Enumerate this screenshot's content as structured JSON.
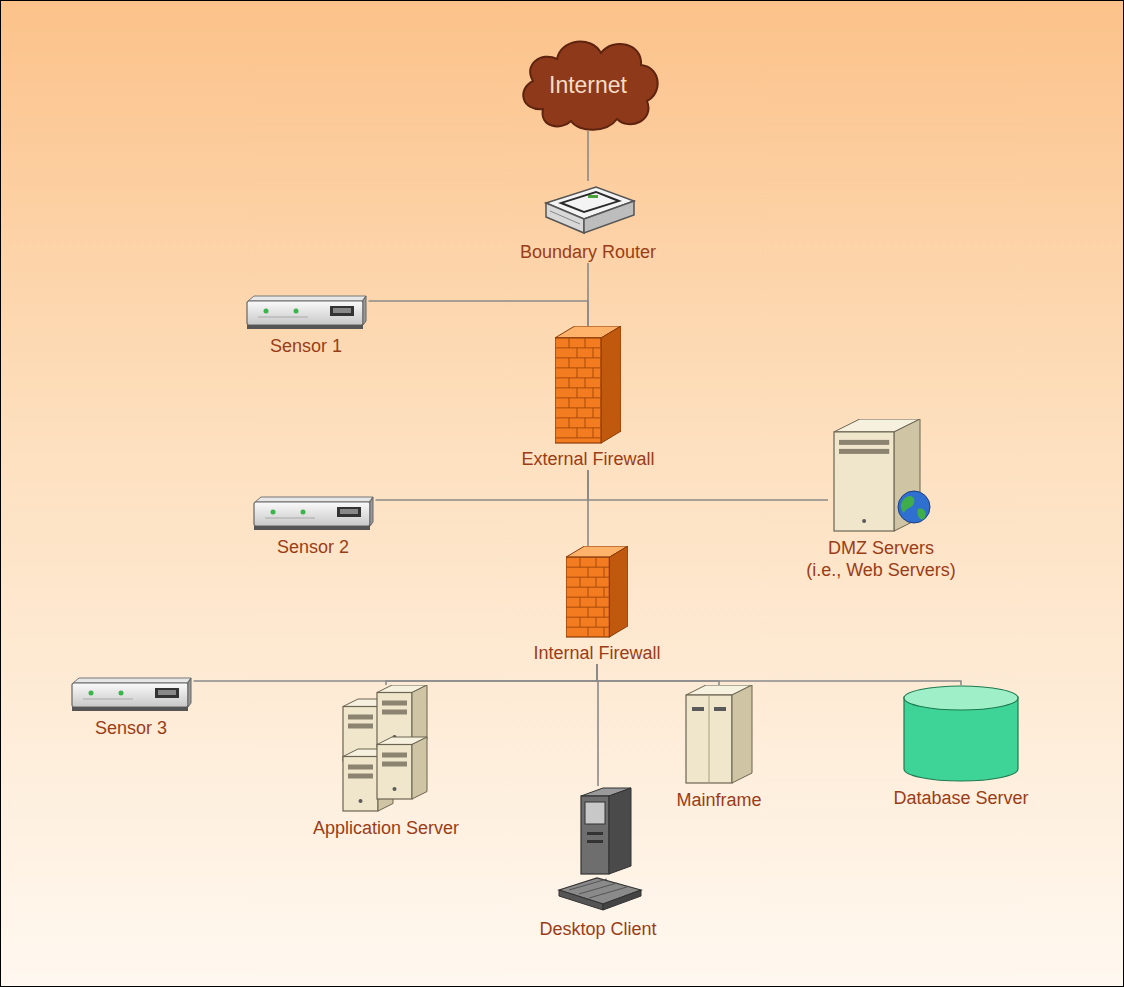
{
  "diagram": {
    "nodes": [
      {
        "text": [
          "Internet"
        ]
      },
      {
        "text": [
          "Boundary Router"
        ]
      },
      {
        "text": [
          "Sensor 1"
        ]
      },
      {
        "text": [
          "External Firewall"
        ]
      },
      {
        "text": [
          "Sensor 2"
        ]
      },
      {
        "text": [
          "DMZ Servers (i.e., Web Servers)"
        ]
      },
      {
        "text": [
          "Internal Firewall"
        ]
      },
      {
        "text": [
          "Sensor 3"
        ]
      },
      {
        "text": [
          "Application Server"
        ]
      },
      {
        "text": [
          "Desktop Client"
        ]
      },
      {
        "text": [
          "Mainframe"
        ]
      },
      {
        "text": [
          "Database Server"
        ]
      }
    ],
    "edges": [
      {
        "from": 0,
        "to": 1,
        "arrow": "none"
      },
      {
        "from": 1,
        "to": 3,
        "arrow": "none"
      },
      {
        "from": 2,
        "to": 3,
        "arrow": "none"
      },
      {
        "from": 3,
        "to": 4,
        "arrow": "none"
      },
      {
        "from": 3,
        "to": 5,
        "arrow": "none"
      },
      {
        "from": 3,
        "to": 6,
        "arrow": "none"
      },
      {
        "from": 6,
        "to": 7,
        "arrow": "none"
      },
      {
        "from": 6,
        "to": 8,
        "arrow": "none"
      },
      {
        "from": 6,
        "to": 9,
        "arrow": "none"
      },
      {
        "from": 6,
        "to": 10,
        "arrow": "none"
      },
      {
        "from": 6,
        "to": 11,
        "arrow": "none"
      }
    ]
  }
}
